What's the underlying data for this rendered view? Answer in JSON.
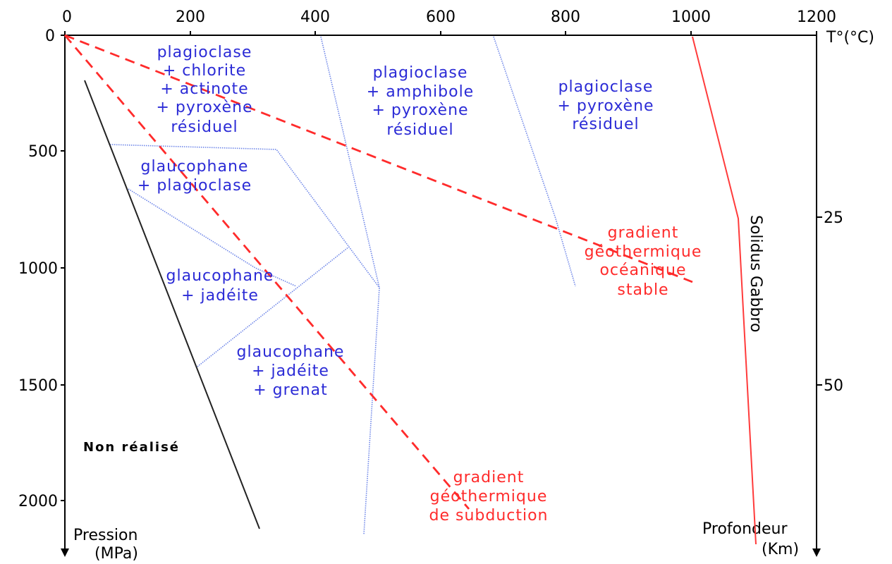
{
  "colors": {
    "mineral_text": "#2b2bd6",
    "gradient_red": "#ff2b2b",
    "axis": "#000000",
    "field_boundary": "#6e86e8",
    "non_realise_line": "#222222",
    "solidus": "#ff3b3b"
  },
  "axes": {
    "temperature": {
      "label": "T°(°C)",
      "ticks": [
        "0",
        "200",
        "400",
        "600",
        "800",
        "1000",
        "1200"
      ]
    },
    "pressure": {
      "label_line1": "Pression",
      "label_line2": "(MPa)",
      "ticks": [
        "0",
        "500",
        "1000",
        "1500",
        "2000"
      ]
    },
    "depth": {
      "label_line1": "Profondeur",
      "label_line2": "(Km)",
      "ticks": [
        "25",
        "50"
      ]
    }
  },
  "zones": {
    "plag_chlorite": [
      "plagioclase",
      "+ chlorite",
      "+ actinote",
      "+ pyroxène",
      "résiduel"
    ],
    "plag_amphibole": [
      "plagioclase",
      "+ amphibole",
      "+ pyroxène",
      "résiduel"
    ],
    "plag_pyroxene": [
      "plagioclase",
      "+ pyroxène",
      "résiduel"
    ],
    "glauco_plag": [
      "glaucophane",
      "+ plagioclase"
    ],
    "glauco_jadeite": [
      "glaucophane",
      "+ jadéite"
    ],
    "glauco_jadeite_grenat": [
      "glaucophane",
      "+ jadéite",
      "+ grenat"
    ]
  },
  "gradients": {
    "oceanic": [
      "gradient",
      "géothermique",
      "océanique",
      "stable"
    ],
    "subduction": [
      "gradient",
      "géothermique",
      "de subduction"
    ]
  },
  "labels": {
    "non_realise": "Non réalisé",
    "solidus": "Solidus Gabbro"
  }
}
